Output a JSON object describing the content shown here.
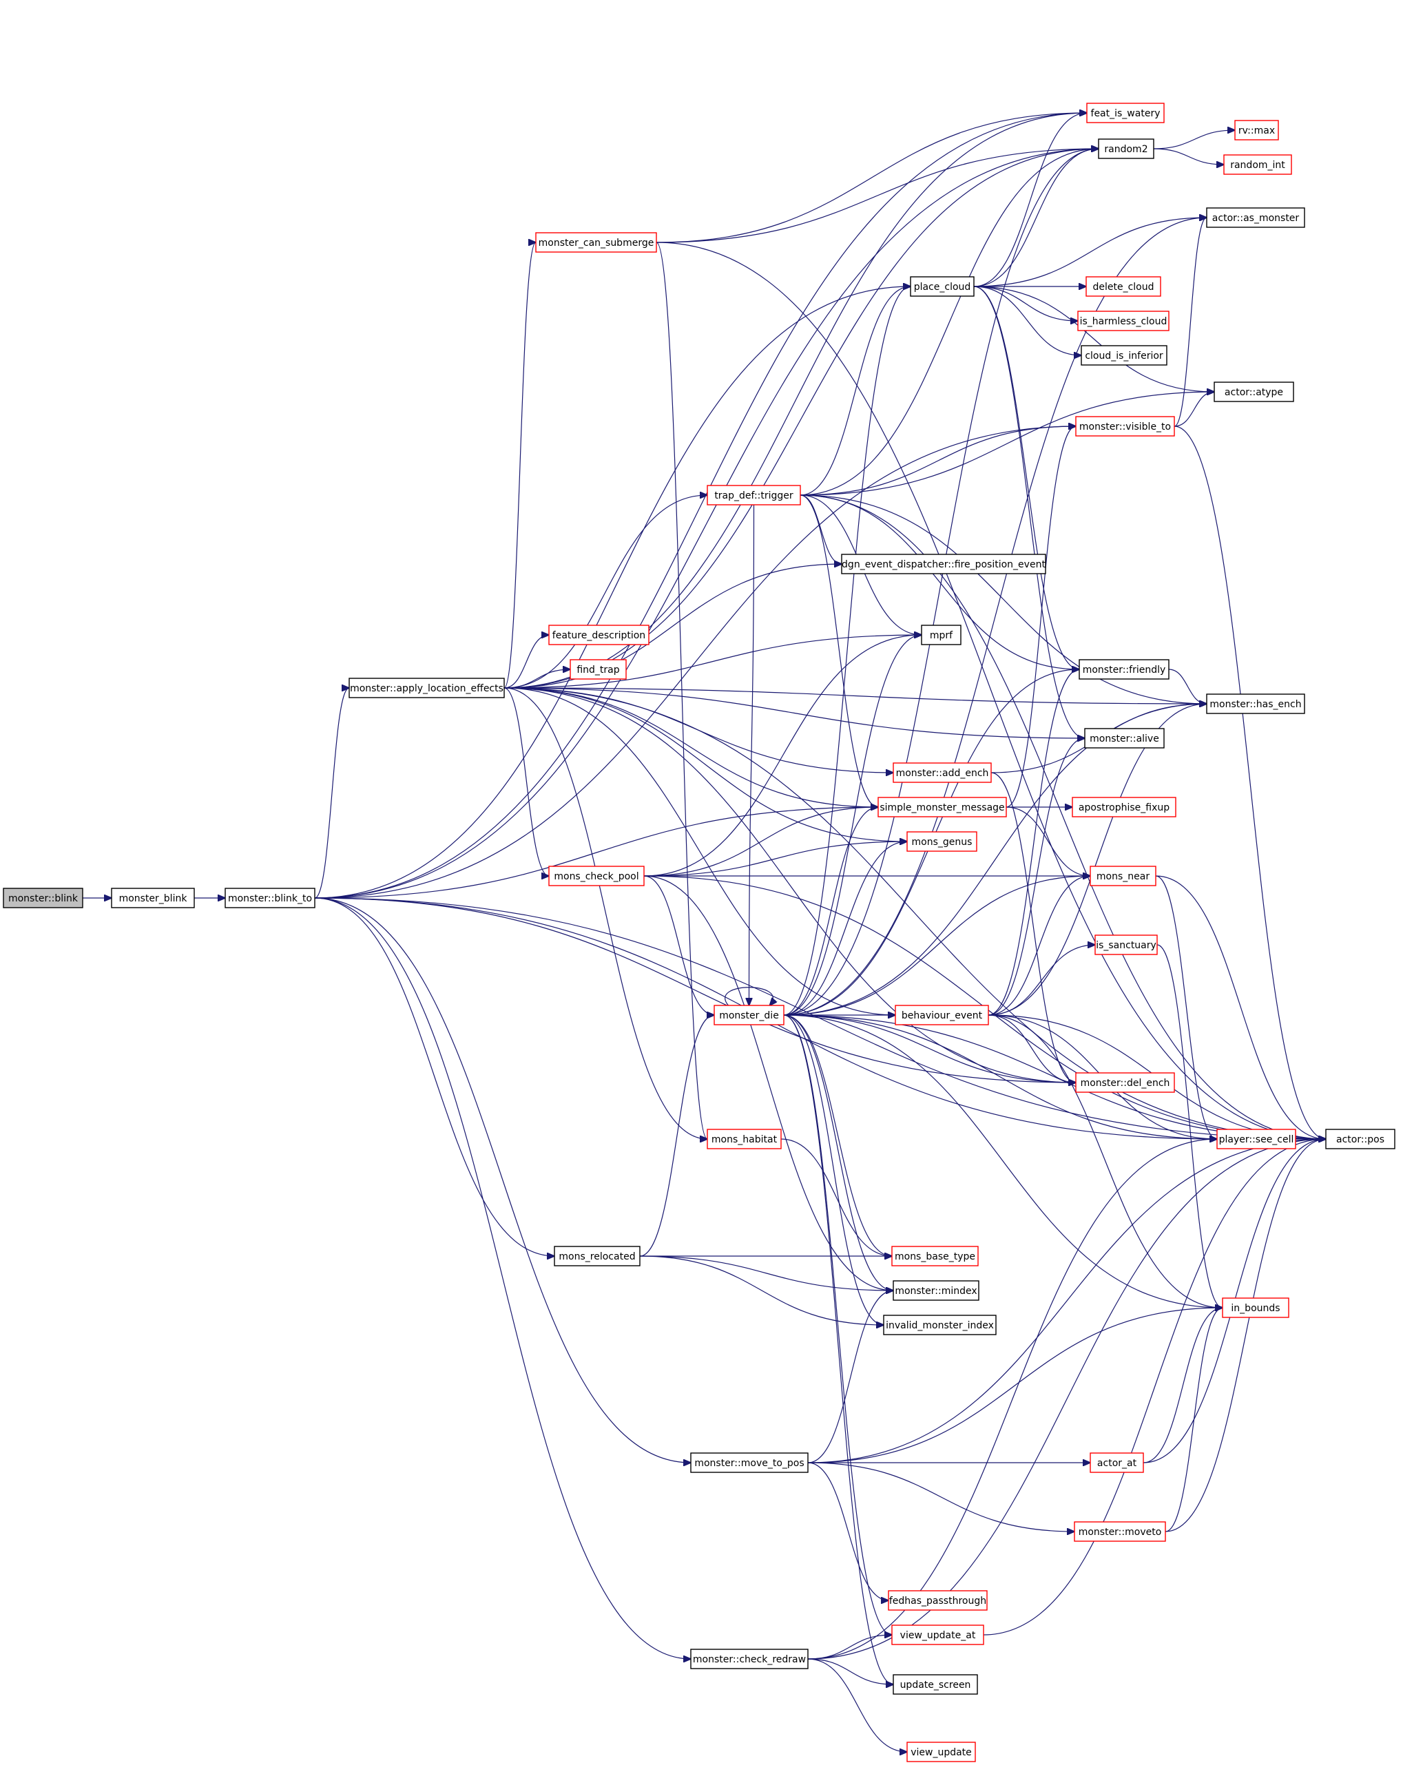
{
  "colors": {
    "edge": "#191970",
    "red_border": "#ff0000",
    "black_border": "#000000",
    "root_fill": "#bfbfbf"
  },
  "nodes": [
    {
      "id": "blink",
      "label": "monster::blink",
      "style": "root"
    },
    {
      "id": "monster_blink",
      "label": "monster_blink",
      "style": "black"
    },
    {
      "id": "blink_to",
      "label": "monster::blink_to",
      "style": "black"
    },
    {
      "id": "apply_loc",
      "label": "monster::apply_location_effects",
      "style": "black"
    },
    {
      "id": "can_submerge",
      "label": "monster_can_submerge",
      "style": "red"
    },
    {
      "id": "feat_is_watery",
      "label": "feat_is_watery",
      "style": "red"
    },
    {
      "id": "random2",
      "label": "random2",
      "style": "black"
    },
    {
      "id": "rv_max",
      "label": "rv::max",
      "style": "red"
    },
    {
      "id": "random_int",
      "label": "random_int",
      "style": "red"
    },
    {
      "id": "as_monster",
      "label": "actor::as_monster",
      "style": "black"
    },
    {
      "id": "place_cloud",
      "label": "place_cloud",
      "style": "black"
    },
    {
      "id": "delete_cloud",
      "label": "delete_cloud",
      "style": "red"
    },
    {
      "id": "is_harmless_cloud",
      "label": "is_harmless_cloud",
      "style": "red"
    },
    {
      "id": "cloud_is_inferior",
      "label": "cloud_is_inferior",
      "style": "black"
    },
    {
      "id": "atype",
      "label": "actor::atype",
      "style": "black"
    },
    {
      "id": "visible_to",
      "label": "monster::visible_to",
      "style": "red"
    },
    {
      "id": "trap_trigger",
      "label": "trap_def::trigger",
      "style": "red"
    },
    {
      "id": "fire_pos",
      "label": "dgn_event_dispatcher::fire_position_event",
      "style": "black"
    },
    {
      "id": "mprf",
      "label": "mprf",
      "style": "black"
    },
    {
      "id": "feature_desc",
      "label": "feature_description",
      "style": "red"
    },
    {
      "id": "find_trap",
      "label": "find_trap",
      "style": "red"
    },
    {
      "id": "friendly",
      "label": "monster::friendly",
      "style": "black"
    },
    {
      "id": "has_ench",
      "label": "monster::has_ench",
      "style": "black"
    },
    {
      "id": "alive",
      "label": "monster::alive",
      "style": "black"
    },
    {
      "id": "add_ench",
      "label": "monster::add_ench",
      "style": "red"
    },
    {
      "id": "simple_msg",
      "label": "simple_monster_message",
      "style": "red"
    },
    {
      "id": "apostrophise",
      "label": "apostrophise_fixup",
      "style": "red"
    },
    {
      "id": "mons_genus",
      "label": "mons_genus",
      "style": "red"
    },
    {
      "id": "check_pool",
      "label": "mons_check_pool",
      "style": "red"
    },
    {
      "id": "mons_near",
      "label": "mons_near",
      "style": "red"
    },
    {
      "id": "is_sanctuary",
      "label": "is_sanctuary",
      "style": "red"
    },
    {
      "id": "monster_die",
      "label": "monster_die",
      "style": "red"
    },
    {
      "id": "behaviour_event",
      "label": "behaviour_event",
      "style": "red"
    },
    {
      "id": "del_ench",
      "label": "monster::del_ench",
      "style": "red"
    },
    {
      "id": "mons_habitat",
      "label": "mons_habitat",
      "style": "red"
    },
    {
      "id": "see_cell",
      "label": "player::see_cell",
      "style": "red"
    },
    {
      "id": "actor_pos",
      "label": "actor::pos",
      "style": "black"
    },
    {
      "id": "mons_relocated",
      "label": "mons_relocated",
      "style": "black"
    },
    {
      "id": "mons_base_type",
      "label": "mons_base_type",
      "style": "red"
    },
    {
      "id": "mindex",
      "label": "monster::mindex",
      "style": "black"
    },
    {
      "id": "in_bounds",
      "label": "in_bounds",
      "style": "red"
    },
    {
      "id": "invalid_idx",
      "label": "invalid_monster_index",
      "style": "black"
    },
    {
      "id": "move_to_pos",
      "label": "monster::move_to_pos",
      "style": "black"
    },
    {
      "id": "actor_at",
      "label": "actor_at",
      "style": "red"
    },
    {
      "id": "moveto",
      "label": "monster::moveto",
      "style": "red"
    },
    {
      "id": "fedhas",
      "label": "fedhas_passthrough",
      "style": "red"
    },
    {
      "id": "view_update_at",
      "label": "view_update_at",
      "style": "red"
    },
    {
      "id": "check_redraw",
      "label": "monster::check_redraw",
      "style": "black"
    },
    {
      "id": "update_screen",
      "label": "update_screen",
      "style": "black"
    },
    {
      "id": "view_update",
      "label": "view_update",
      "style": "red"
    }
  ],
  "edges": [
    [
      "blink",
      "monster_blink"
    ],
    [
      "monster_blink",
      "blink_to"
    ],
    [
      "blink_to",
      "apply_loc"
    ],
    [
      "blink_to",
      "feat_is_watery"
    ],
    [
      "blink_to",
      "random2"
    ],
    [
      "blink_to",
      "place_cloud"
    ],
    [
      "blink_to",
      "visible_to"
    ],
    [
      "blink_to",
      "simple_msg"
    ],
    [
      "blink_to",
      "mons_relocated"
    ],
    [
      "blink_to",
      "move_to_pos"
    ],
    [
      "blink_to",
      "check_redraw"
    ],
    [
      "blink_to",
      "actor_pos"
    ],
    [
      "blink_to",
      "see_cell"
    ],
    [
      "blink_to",
      "del_ench"
    ],
    [
      "apply_loc",
      "can_submerge"
    ],
    [
      "apply_loc",
      "feature_desc"
    ],
    [
      "apply_loc",
      "find_trap"
    ],
    [
      "apply_loc",
      "trap_trigger"
    ],
    [
      "apply_loc",
      "fire_pos"
    ],
    [
      "apply_loc",
      "mprf"
    ],
    [
      "apply_loc",
      "alive"
    ],
    [
      "apply_loc",
      "add_ench"
    ],
    [
      "apply_loc",
      "simple_msg"
    ],
    [
      "apply_loc",
      "mons_genus"
    ],
    [
      "apply_loc",
      "check_pool"
    ],
    [
      "apply_loc",
      "mons_habitat"
    ],
    [
      "apply_loc",
      "behaviour_event"
    ],
    [
      "apply_loc",
      "del_ench"
    ],
    [
      "apply_loc",
      "actor_pos"
    ],
    [
      "apply_loc",
      "has_ench"
    ],
    [
      "apply_loc",
      "feat_is_watery"
    ],
    [
      "apply_loc",
      "random2"
    ],
    [
      "can_submerge",
      "feat_is_watery"
    ],
    [
      "can_submerge",
      "random2"
    ],
    [
      "can_submerge",
      "mons_habitat"
    ],
    [
      "can_submerge",
      "actor_pos"
    ],
    [
      "random2",
      "rv_max"
    ],
    [
      "random2",
      "random_int"
    ],
    [
      "place_cloud",
      "delete_cloud"
    ],
    [
      "place_cloud",
      "is_harmless_cloud"
    ],
    [
      "place_cloud",
      "cloud_is_inferior"
    ],
    [
      "place_cloud",
      "random2"
    ],
    [
      "place_cloud",
      "feat_is_watery"
    ],
    [
      "place_cloud",
      "as_monster"
    ],
    [
      "place_cloud",
      "atype"
    ],
    [
      "place_cloud",
      "friendly"
    ],
    [
      "place_cloud",
      "alive"
    ],
    [
      "visible_to",
      "as_monster"
    ],
    [
      "visible_to",
      "atype"
    ],
    [
      "visible_to",
      "actor_pos"
    ],
    [
      "trap_trigger",
      "fire_pos"
    ],
    [
      "trap_trigger",
      "mprf"
    ],
    [
      "trap_trigger",
      "place_cloud"
    ],
    [
      "trap_trigger",
      "visible_to"
    ],
    [
      "trap_trigger",
      "actor_pos"
    ],
    [
      "trap_trigger",
      "has_ench"
    ],
    [
      "trap_trigger",
      "friendly"
    ],
    [
      "trap_trigger",
      "monster_die"
    ],
    [
      "trap_trigger",
      "simple_msg"
    ],
    [
      "trap_trigger",
      "random2"
    ],
    [
      "trap_trigger",
      "atype"
    ],
    [
      "friendly",
      "has_ench"
    ],
    [
      "add_ench",
      "has_ench"
    ],
    [
      "add_ench",
      "del_ench"
    ],
    [
      "simple_msg",
      "apostrophise"
    ],
    [
      "simple_msg",
      "mons_near"
    ],
    [
      "simple_msg",
      "visible_to"
    ],
    [
      "check_pool",
      "simple_msg"
    ],
    [
      "check_pool",
      "mons_genus"
    ],
    [
      "check_pool",
      "monster_die"
    ],
    [
      "check_pool",
      "mindex"
    ],
    [
      "check_pool",
      "mons_near"
    ],
    [
      "check_pool",
      "actor_pos"
    ],
    [
      "check_pool",
      "mprf"
    ],
    [
      "mons_near",
      "see_cell"
    ],
    [
      "mons_near",
      "actor_pos"
    ],
    [
      "is_sanctuary",
      "in_bounds"
    ],
    [
      "monster_die",
      "monster_die"
    ],
    [
      "monster_die",
      "place_cloud"
    ],
    [
      "monster_die",
      "random2"
    ],
    [
      "monster_die",
      "as_monster"
    ],
    [
      "monster_die",
      "mprf"
    ],
    [
      "monster_die",
      "friendly"
    ],
    [
      "monster_die",
      "has_ench"
    ],
    [
      "monster_die",
      "simple_msg"
    ],
    [
      "monster_die",
      "mons_genus"
    ],
    [
      "monster_die",
      "mons_near"
    ],
    [
      "monster_die",
      "behaviour_event"
    ],
    [
      "monster_die",
      "del_ench"
    ],
    [
      "monster_die",
      "see_cell"
    ],
    [
      "monster_die",
      "actor_pos"
    ],
    [
      "monster_die",
      "in_bounds"
    ],
    [
      "monster_die",
      "mons_base_type"
    ],
    [
      "monster_die",
      "mindex"
    ],
    [
      "monster_die",
      "invalid_idx"
    ],
    [
      "monster_die",
      "view_update_at"
    ],
    [
      "monster_die",
      "update_screen"
    ],
    [
      "behaviour_event",
      "friendly"
    ],
    [
      "behaviour_event",
      "alive"
    ],
    [
      "behaviour_event",
      "has_ench"
    ],
    [
      "behaviour_event",
      "mons_near"
    ],
    [
      "behaviour_event",
      "is_sanctuary"
    ],
    [
      "behaviour_event",
      "del_ench"
    ],
    [
      "behaviour_event",
      "see_cell"
    ],
    [
      "behaviour_event",
      "actor_pos"
    ],
    [
      "behaviour_event",
      "in_bounds"
    ],
    [
      "mons_habitat",
      "mons_base_type"
    ],
    [
      "see_cell",
      "actor_pos"
    ],
    [
      "mons_relocated",
      "monster_die"
    ],
    [
      "mons_relocated",
      "mons_base_type"
    ],
    [
      "mons_relocated",
      "mindex"
    ],
    [
      "mons_relocated",
      "invalid_idx"
    ],
    [
      "move_to_pos",
      "actor_at"
    ],
    [
      "move_to_pos",
      "moveto"
    ],
    [
      "move_to_pos",
      "fedhas"
    ],
    [
      "move_to_pos",
      "in_bounds"
    ],
    [
      "move_to_pos",
      "mindex"
    ],
    [
      "move_to_pos",
      "actor_pos"
    ],
    [
      "actor_at",
      "in_bounds"
    ],
    [
      "actor_at",
      "actor_pos"
    ],
    [
      "moveto",
      "actor_pos"
    ],
    [
      "moveto",
      "in_bounds"
    ],
    [
      "view_update_at",
      "actor_pos"
    ],
    [
      "check_redraw",
      "view_update_at"
    ],
    [
      "check_redraw",
      "update_screen"
    ],
    [
      "check_redraw",
      "view_update"
    ],
    [
      "check_redraw",
      "see_cell"
    ],
    [
      "check_redraw",
      "actor_pos"
    ]
  ]
}
